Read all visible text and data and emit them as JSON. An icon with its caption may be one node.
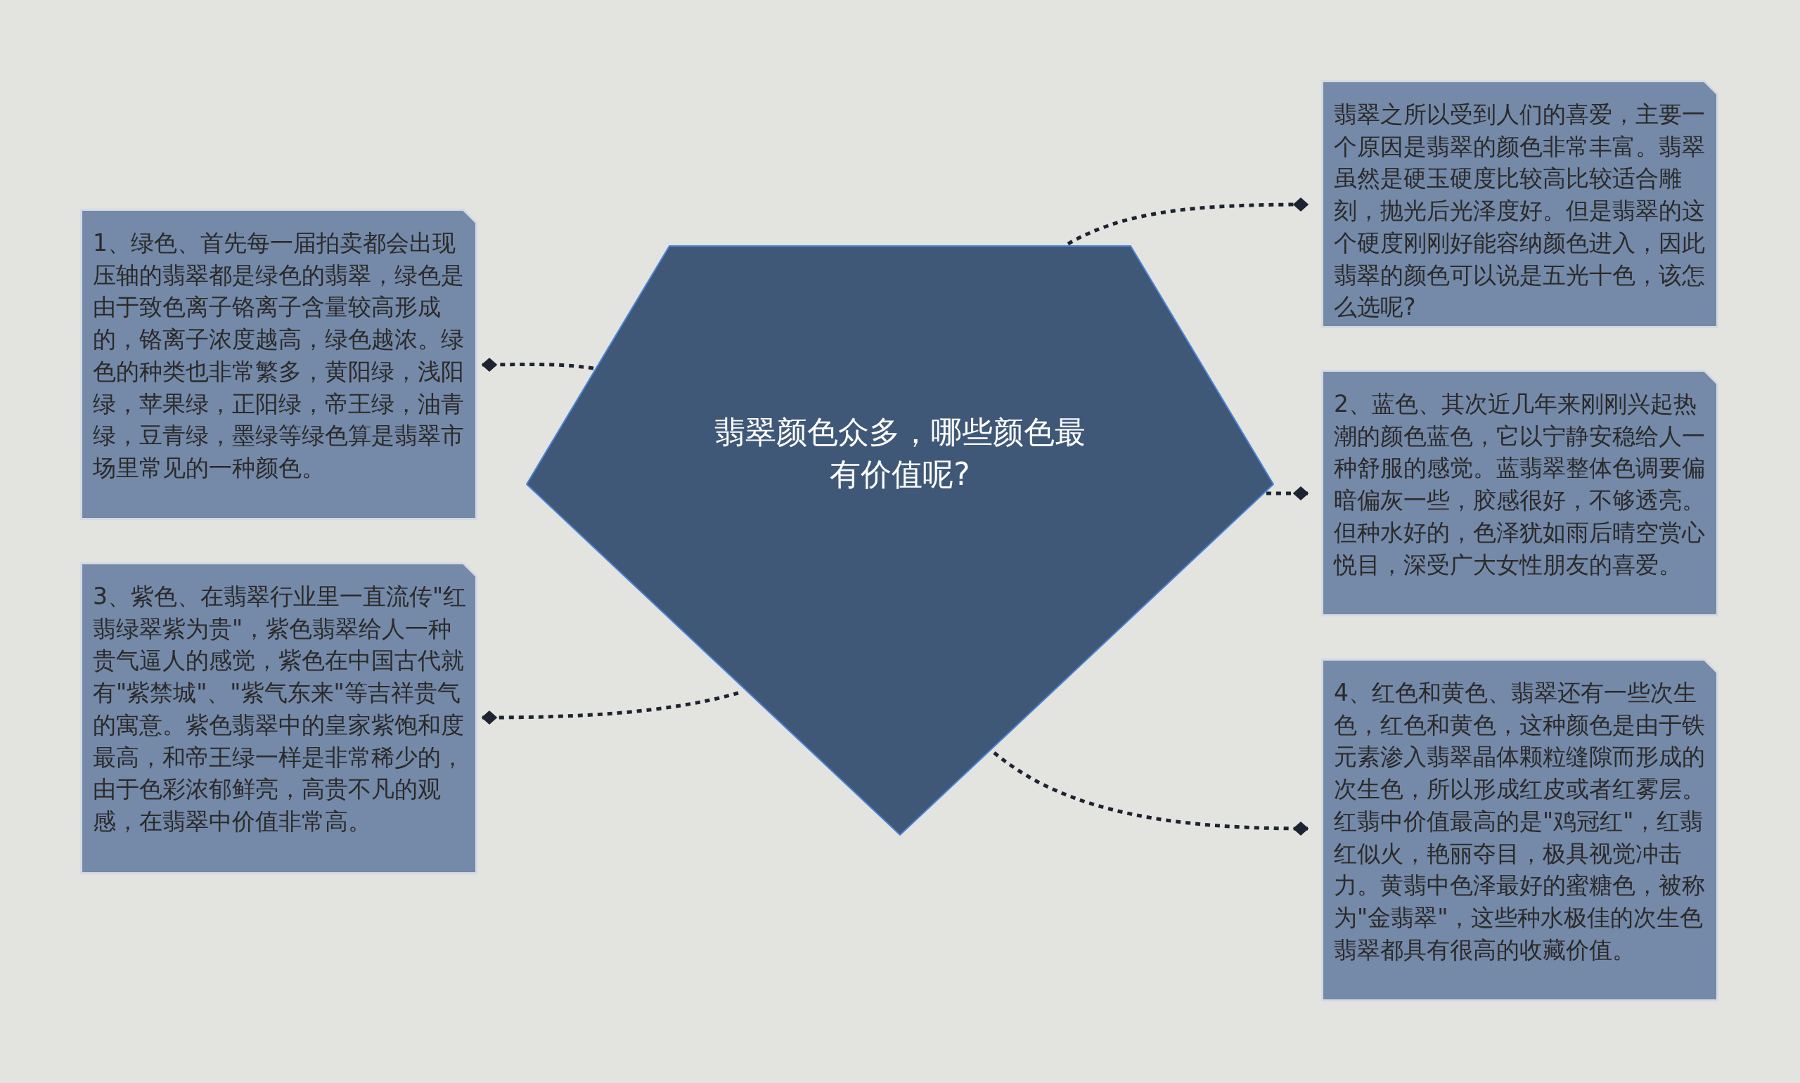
{
  "diagram": {
    "nodes": [
      {
        "text": [
          "翡翠颜色众多，哪些颜色最有价值呢?"
        ]
      },
      {
        "text": [
          "翡翠之所以受到人们的喜爱，主要一个原因是翡翠的颜色非常丰富。翡翠虽然是硬玉硬度比较高比较适合雕刻，抛光后光泽度好。但是翡翠的这个硬度刚刚好能容纳颜色进入，因此翡翠的颜色可以说是五光十色，该怎么选呢?"
        ]
      },
      {
        "text": [
          "1、绿色、首先每一届拍卖都会出现压轴的翡翠都是绿色的翡翠，绿色是由于致色离子铬离子含量较高形成的，铬离子浓度越高，绿色越浓。绿色的种类也非常繁多，黄阳绿，浅阳绿，苹果绿，正阳绿，帝王绿，油青绿，豆青绿，墨绿等绿色算是翡翠市场里常见的一种颜色。"
        ]
      },
      {
        "text": [
          "2、蓝色、其次近几年来刚刚兴起热潮的颜色蓝色，它以宁静安稳给人一种舒服的感觉。蓝翡翠整体色调要偏暗偏灰一些，胶感很好，不够透亮。但种水好的，色泽犹如雨后晴空赏心悦目，深受广大女性朋友的喜爱。"
        ]
      },
      {
        "text": [
          "3、紫色、在翡翠行业里一直流传\"红翡绿翠紫为贵\"，紫色翡翠给人一种贵气逼人的感觉，紫色在中国古代就有\"紫禁城\"、\"紫气东来\"等吉祥贵气的寓意。紫色翡翠中的皇家紫饱和度最高，和帝王绿一样是非常稀少的，由于色彩浓郁鲜亮，高贵不凡的观感，在翡翠中价值非常高。"
        ]
      },
      {
        "text": [
          "4、红色和黄色、翡翠还有一些次生色，红色和黄色，这种颜色是由于铁元素渗入翡翠晶体颗粒缝隙而形成的次生色，所以形成红皮或者红雾层。红翡中价值最高的是\"鸡冠红\"，红翡红似火，艳丽夺目，极具视觉冲击力。黄翡中色泽最好的蜜糖色，被称为\"金翡翠\"，这些种水极佳的次生色翡翠都具有很高的收藏价值。"
        ]
      }
    ],
    "edges": [
      {
        "from": 0,
        "to": 1,
        "arrow": "other"
      },
      {
        "from": 0,
        "to": 2,
        "arrow": "other"
      },
      {
        "from": 0,
        "to": 3,
        "arrow": "other"
      },
      {
        "from": 0,
        "to": 4,
        "arrow": "other"
      },
      {
        "from": 0,
        "to": 5,
        "arrow": "other"
      }
    ]
  }
}
